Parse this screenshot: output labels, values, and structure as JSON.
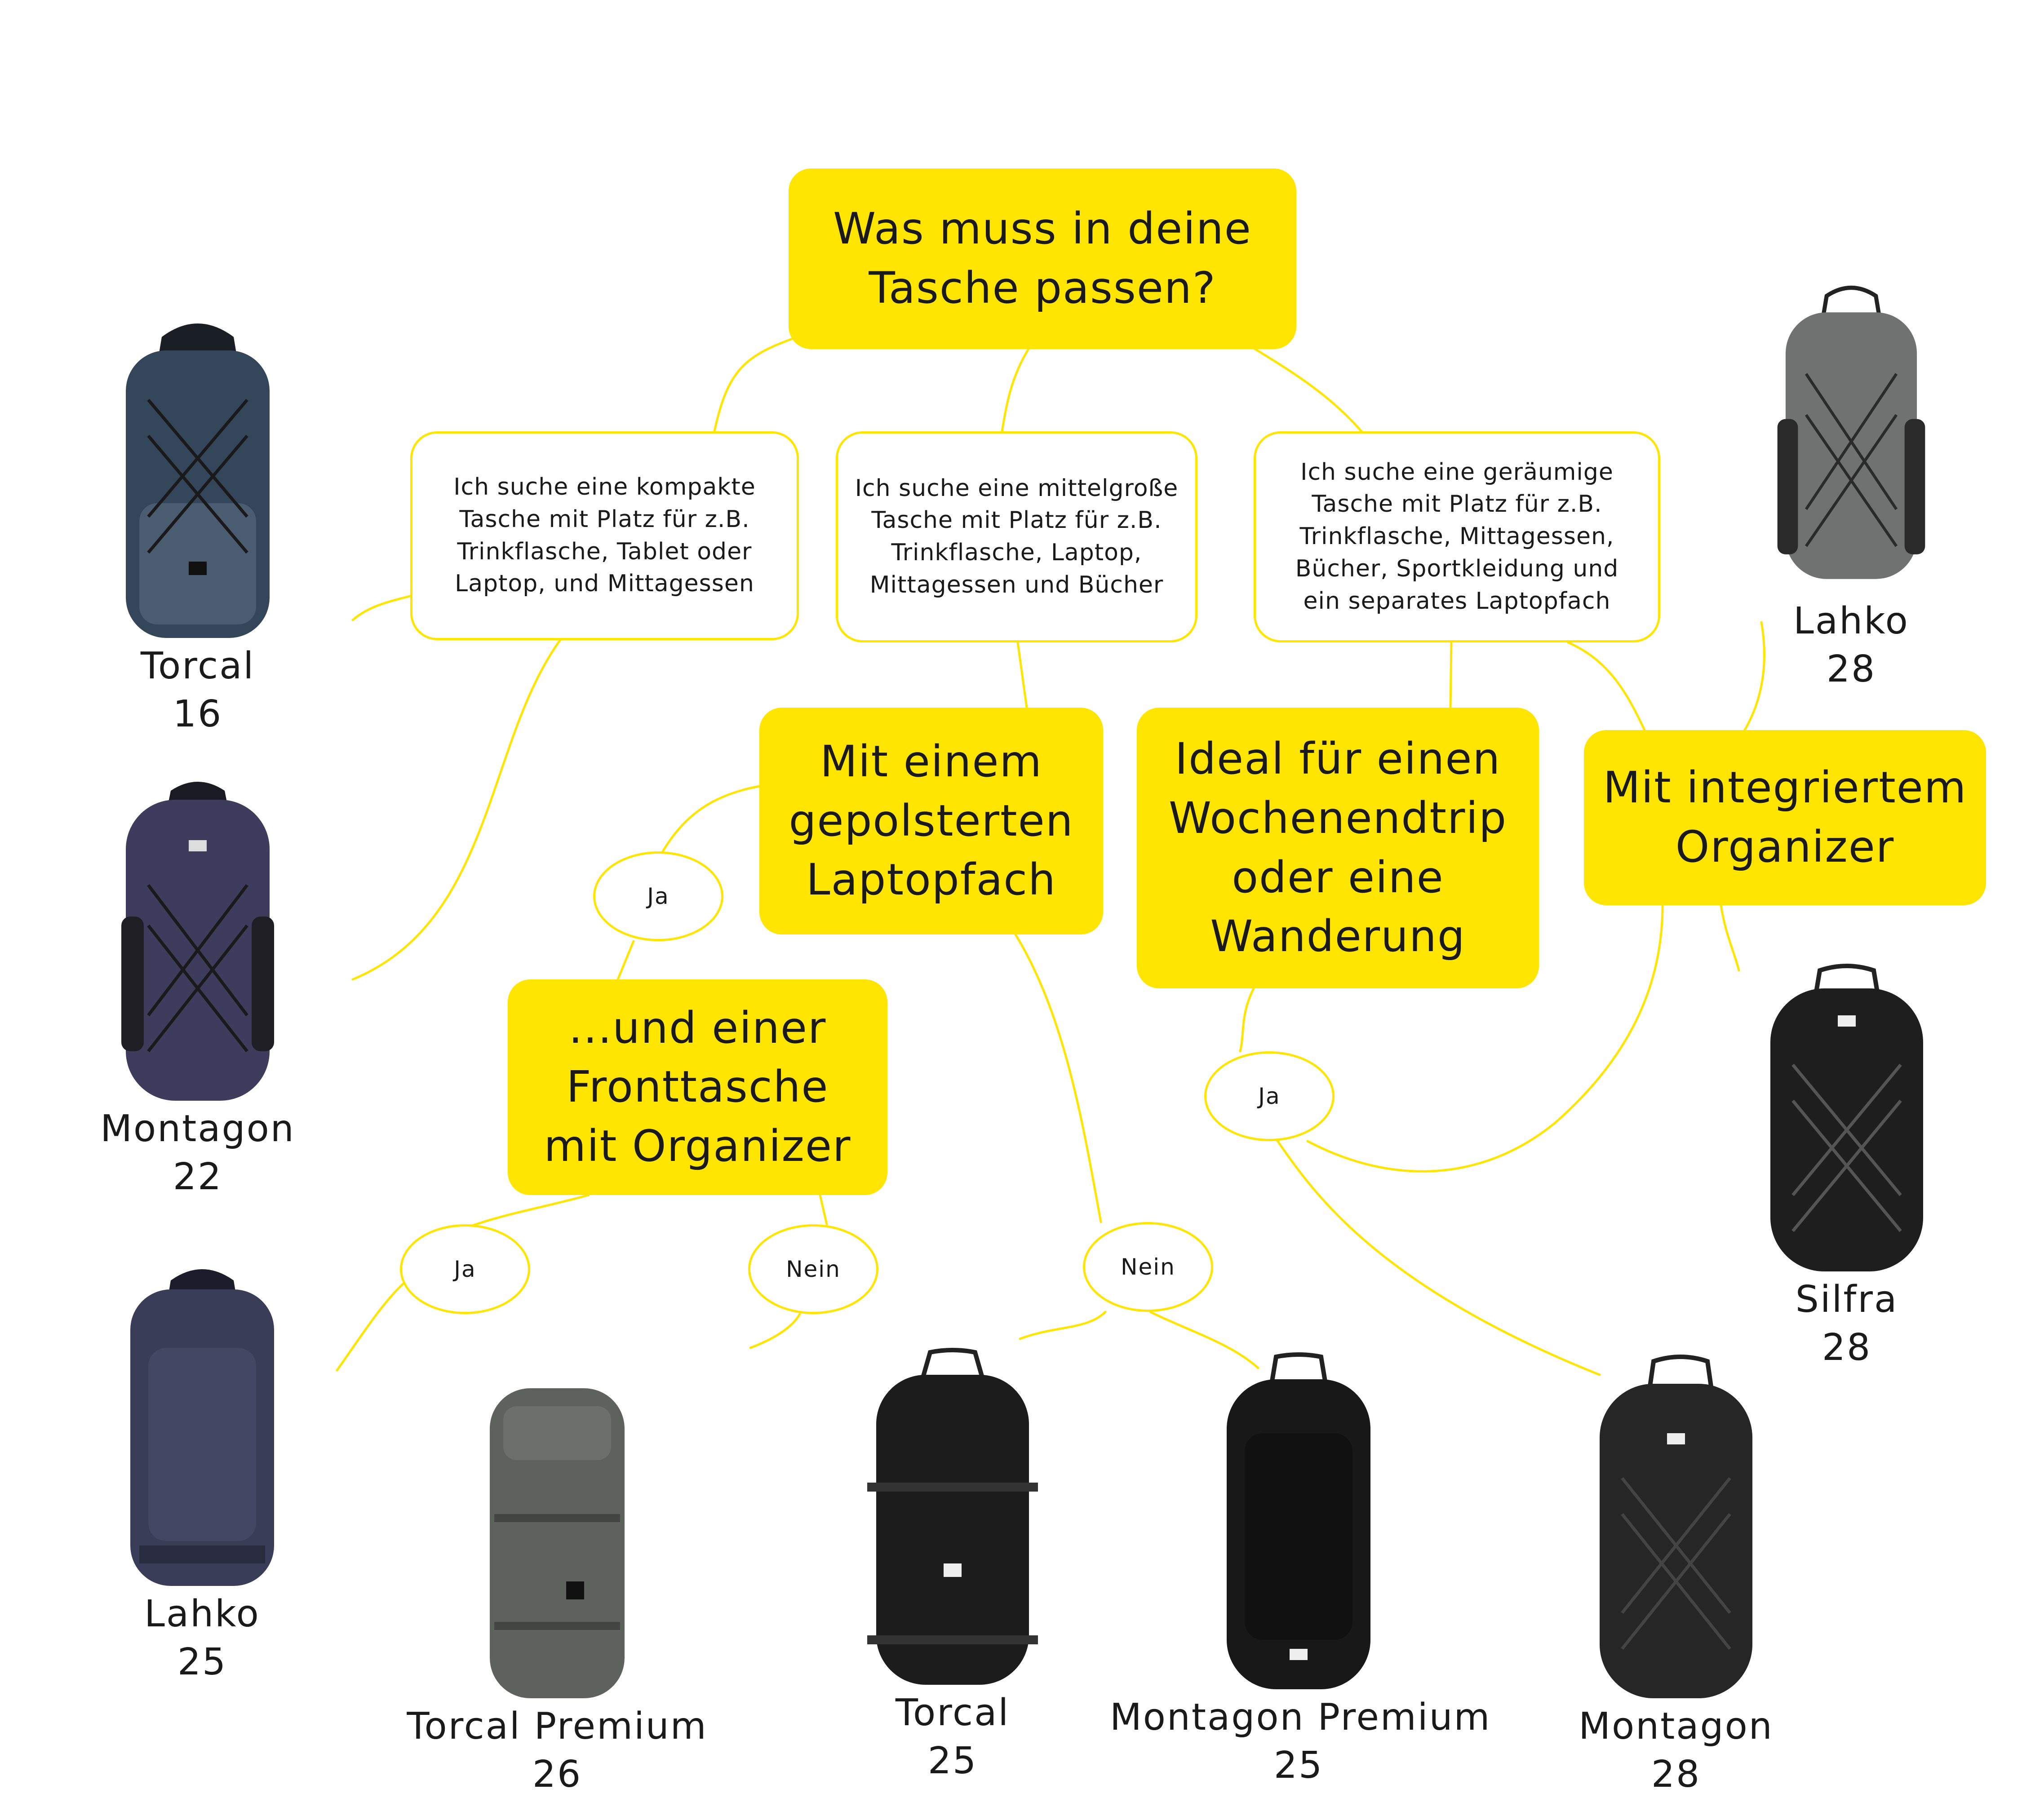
{
  "colors": {
    "accent": "#ffe500",
    "text": "#1a1a1a"
  },
  "question": "Was muss in deine\nTasche passen?",
  "options": {
    "compact": "Ich suche eine kompakte\nTasche mit Platz für z.B.\nTrinkflasche, Tablet oder\nLaptop, und Mittagessen",
    "medium": "Ich suche eine mittelgroße\nTasche mit Platz für z.B.\nTrinkflasche, Laptop,\nMittagessen und Bücher",
    "large": "Ich suche eine geräumige\nTasche mit Platz für z.B.\nTrinkflasche, Mittagessen,\nBücher, Sportkleidung und\nein separates Laptopfach"
  },
  "features": {
    "laptop": "Mit einem\ngepolsterten\nLaptopfach",
    "front_pocket": "...und einer\nFronttasche\nmit Organizer",
    "weekend": "Ideal für einen\nWochenendtrip\noder eine\nWanderung",
    "organizer": "Mit integriertem\nOrganizer"
  },
  "answers": {
    "ja_laptop": "Ja",
    "ja_front": "Ja",
    "nein_front": "Nein",
    "nein_laptop": "Nein",
    "ja_weekend": "Ja"
  },
  "products": [
    {
      "id": "torcal-16",
      "name": "Torcal",
      "size": "16",
      "icon": "backpack-navy-icon",
      "color": "#34475a"
    },
    {
      "id": "montagon-22",
      "name": "Montagon",
      "size": "22",
      "icon": "backpack-purple-icon",
      "color": "#3e3c5c"
    },
    {
      "id": "lahko-25",
      "name": "Lahko",
      "size": "25",
      "icon": "backpack-blue-icon",
      "color": "#3a3d58"
    },
    {
      "id": "torcal-premium-26",
      "name": "Torcal Premium",
      "size": "26",
      "icon": "backpack-olive-icon",
      "color": "#5d625c"
    },
    {
      "id": "torcal-25",
      "name": "Torcal",
      "size": "25",
      "icon": "backpack-black-icon",
      "color": "#1c1c1c"
    },
    {
      "id": "montagon-premium-25",
      "name": "Montagon Premium",
      "size": "25",
      "icon": "backpack-black-icon",
      "color": "#181818"
    },
    {
      "id": "montagon-28",
      "name": "Montagon",
      "size": "28",
      "icon": "backpack-black-icon",
      "color": "#262626"
    },
    {
      "id": "silfra-28",
      "name": "Silfra",
      "size": "28",
      "icon": "backpack-black-icon",
      "color": "#1e1e1e"
    },
    {
      "id": "lahko-28",
      "name": "Lahko",
      "size": "28",
      "icon": "backpack-grey-icon",
      "color": "#6f7270"
    }
  ]
}
